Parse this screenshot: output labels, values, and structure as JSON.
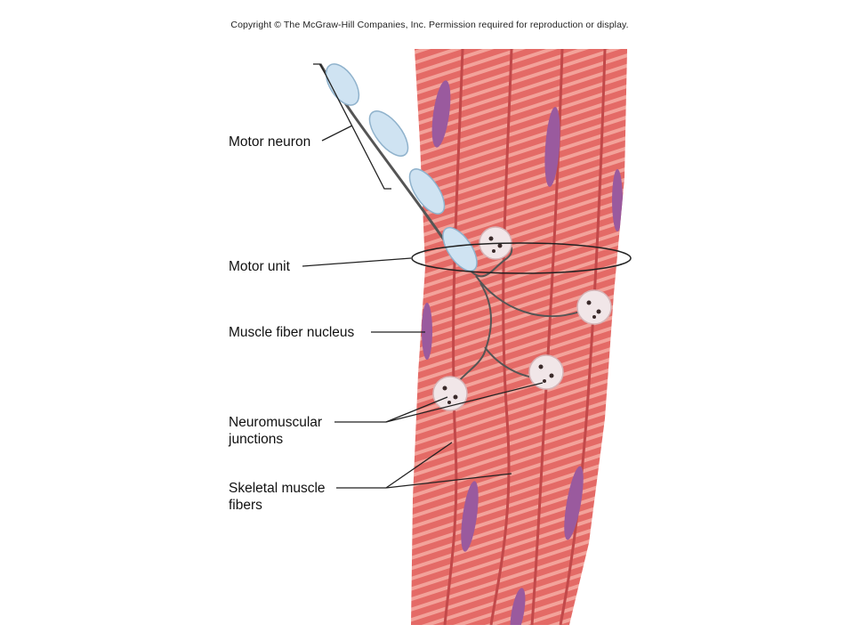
{
  "copyright": "Copyright © The McGraw-Hill Companies, Inc. Permission required for reproduction or display.",
  "labels": {
    "motor_neuron": "Motor neuron",
    "motor_unit": "Motor unit",
    "muscle_fiber_nucleus": "Muscle fiber nucleus",
    "neuromuscular_line1": "Neuromuscular",
    "neuromuscular_line2": "junctions",
    "skeletal_line1": "Skeletal muscle",
    "skeletal_line2": "fibers"
  },
  "colors": {
    "fiber_base": "#e46a66",
    "fiber_stripe": "#f29a92",
    "fiber_edge": "#c9504e",
    "nucleus": "#9a5a9e",
    "neuron_sheath": "#cfe3f2",
    "axon": "#555555"
  }
}
